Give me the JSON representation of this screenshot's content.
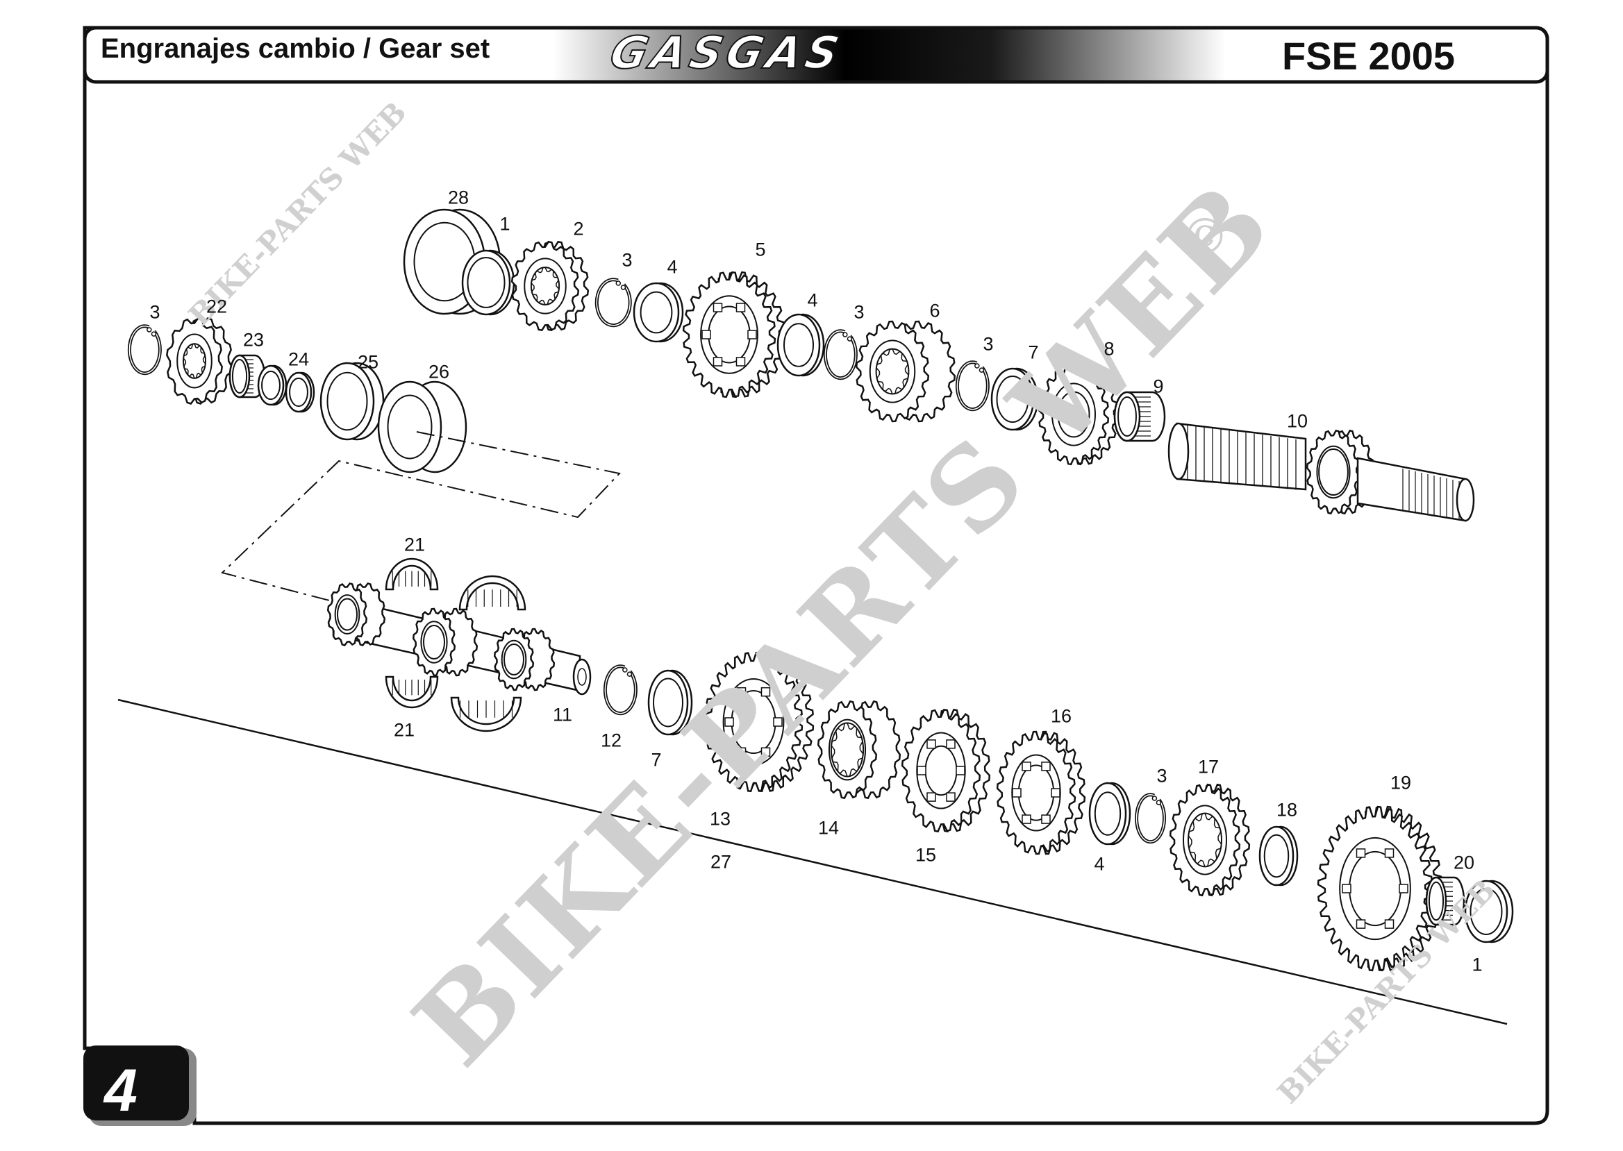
{
  "header": {
    "title": "Engranajes cambio / Gear set",
    "brand": "GASGAS",
    "model": "FSE 2005"
  },
  "page_number": "4",
  "watermark": {
    "main": "BIKE-PARTS WEB",
    "copyright_symbol": "©",
    "small": "BIKE-PARTS WEB"
  },
  "colors": {
    "line": "#111111",
    "watermark": "#cfcfcf",
    "header_gradient_dark": "#000000"
  },
  "callouts": [
    {
      "id": "28",
      "label": "28"
    },
    {
      "id": "1a",
      "label": "1"
    },
    {
      "id": "2",
      "label": "2"
    },
    {
      "id": "3a",
      "label": "3"
    },
    {
      "id": "4a",
      "label": "4"
    },
    {
      "id": "5",
      "label": "5"
    },
    {
      "id": "4b",
      "label": "4"
    },
    {
      "id": "3b",
      "label": "3"
    },
    {
      "id": "6",
      "label": "6"
    },
    {
      "id": "3c",
      "label": "3"
    },
    {
      "id": "7a",
      "label": "7"
    },
    {
      "id": "8",
      "label": "8"
    },
    {
      "id": "9",
      "label": "9"
    },
    {
      "id": "10",
      "label": "10"
    },
    {
      "id": "3d",
      "label": "3"
    },
    {
      "id": "22",
      "label": "22"
    },
    {
      "id": "23",
      "label": "23"
    },
    {
      "id": "24",
      "label": "24"
    },
    {
      "id": "25",
      "label": "25"
    },
    {
      "id": "26",
      "label": "26"
    },
    {
      "id": "21a",
      "label": "21"
    },
    {
      "id": "21b",
      "label": "21"
    },
    {
      "id": "11",
      "label": "11"
    },
    {
      "id": "12",
      "label": "12"
    },
    {
      "id": "7b",
      "label": "7"
    },
    {
      "id": "13",
      "label": "13"
    },
    {
      "id": "14",
      "label": "14"
    },
    {
      "id": "15",
      "label": "15"
    },
    {
      "id": "16",
      "label": "16"
    },
    {
      "id": "4c",
      "label": "4"
    },
    {
      "id": "3e",
      "label": "3"
    },
    {
      "id": "17",
      "label": "17"
    },
    {
      "id": "18",
      "label": "18"
    },
    {
      "id": "19",
      "label": "19"
    },
    {
      "id": "20",
      "label": "20"
    },
    {
      "id": "1b",
      "label": "1"
    },
    {
      "id": "27",
      "label": "27"
    }
  ]
}
